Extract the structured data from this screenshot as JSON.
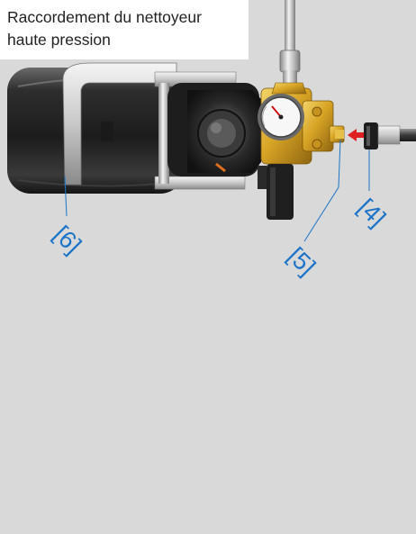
{
  "title": {
    "line1": "Raccordement du nettoyeur",
    "line2": "haute pression"
  },
  "callouts": [
    {
      "id": "6",
      "label": "[6]"
    },
    {
      "id": "5",
      "label": "[5]"
    },
    {
      "id": "4",
      "label": "[4]"
    }
  ],
  "colors": {
    "background": "#d9d9d9",
    "callout": "#1a73c8",
    "connector_arrow": "#e02020",
    "brass": "#d8a526",
    "motor_body": "#2b2b2b"
  }
}
